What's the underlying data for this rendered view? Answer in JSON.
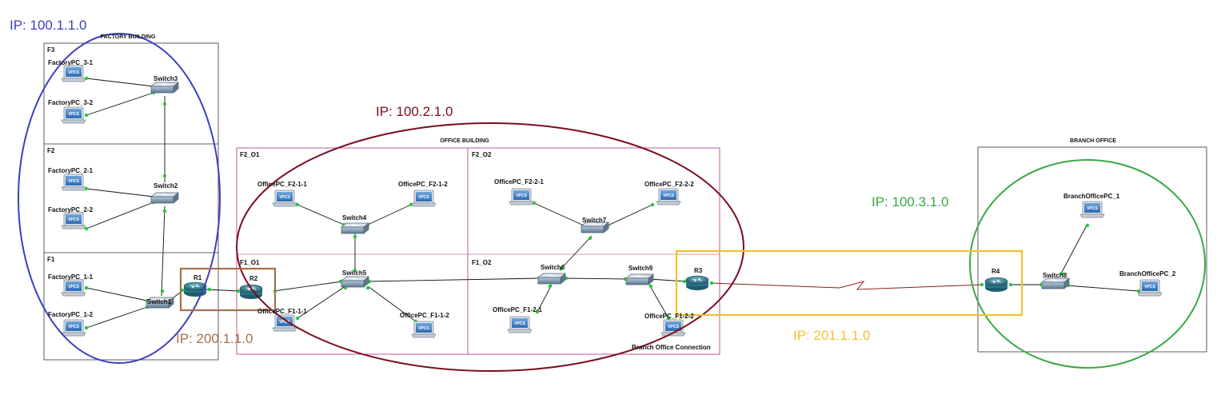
{
  "diagram": {
    "buildings": {
      "factory": "FACTORY BUILDING",
      "office": "OFFICE BUILDING",
      "branch": "BRANCH OFFICE"
    },
    "floors": {
      "f3": "F3",
      "f2": "F2",
      "f1": "F1",
      "f2_o1": "F2_O1",
      "f2_o2": "F2_O2",
      "f1_o1": "F1_O1",
      "f1_o2": "F1_O2"
    },
    "ip_labels": {
      "factory": "IP: 100.1.1.0",
      "office": "IP: 100.2.1.0",
      "branch": "IP: 100.3.1.0",
      "r1_r2": "IP: 200.1.1.0",
      "r3_r4": "IP: 201.1.1.0"
    },
    "note": "Branch Office Connection",
    "pc_icon_text": "VPCS",
    "devices": {
      "FactoryPC_3_1": "FactoryPC_3-1",
      "FactoryPC_3_2": "FactoryPC_3-2",
      "FactoryPC_2_1": "FactoryPC_2-1",
      "FactoryPC_2_2": "FactoryPC_2-2",
      "FactoryPC_1_1": "FactoryPC_1-1",
      "FactoryPC_1_2": "FactoryPC_1-2",
      "Switch1": "Switch1",
      "Switch2": "Switch2",
      "Switch3": "Switch3",
      "R1": "R1",
      "R2": "R2",
      "OfficePC_F2_1_1": "OfficePC_F2-1-1",
      "OfficePC_F2_1_2": "OfficePC_F2-1-2",
      "Switch4": "Switch4",
      "Switch5": "Switch5",
      "OfficePC_F1_1_1": "OfficePC_F1-1-1",
      "OfficePC_F1_1_2": "OfficePC_F1-1-2",
      "OfficePC_F2_2_1": "OfficePC_F2-2-1",
      "OfficePC_F2_2_2": "OfficePC_F2-2-2",
      "Switch7": "Switch7",
      "Switch6": "Switch6",
      "OfficePC_F1_2_1": "OfficePC_F1-2-1",
      "Switch9": "Switch9",
      "OfficePC_F1_2_2": "OfficePC_F1-2-2",
      "R3": "R3",
      "R4": "R4",
      "Switch8": "Switch8",
      "BranchOfficePC_1": "BranchOfficePC_1",
      "BranchOfficePC_2": "BranchOfficePC_2"
    },
    "colors": {
      "factory_ellipse": "#3b3fbf",
      "office_ellipse": "#7a0d1e",
      "branch_ellipse": "#3aa845",
      "r1_r2_box": "#a4704a",
      "r3_r4_box": "#f2c030",
      "office_frame": "#b0307a",
      "serial_link": "#8b1a1a",
      "link_dot": "#22cc33"
    }
  }
}
